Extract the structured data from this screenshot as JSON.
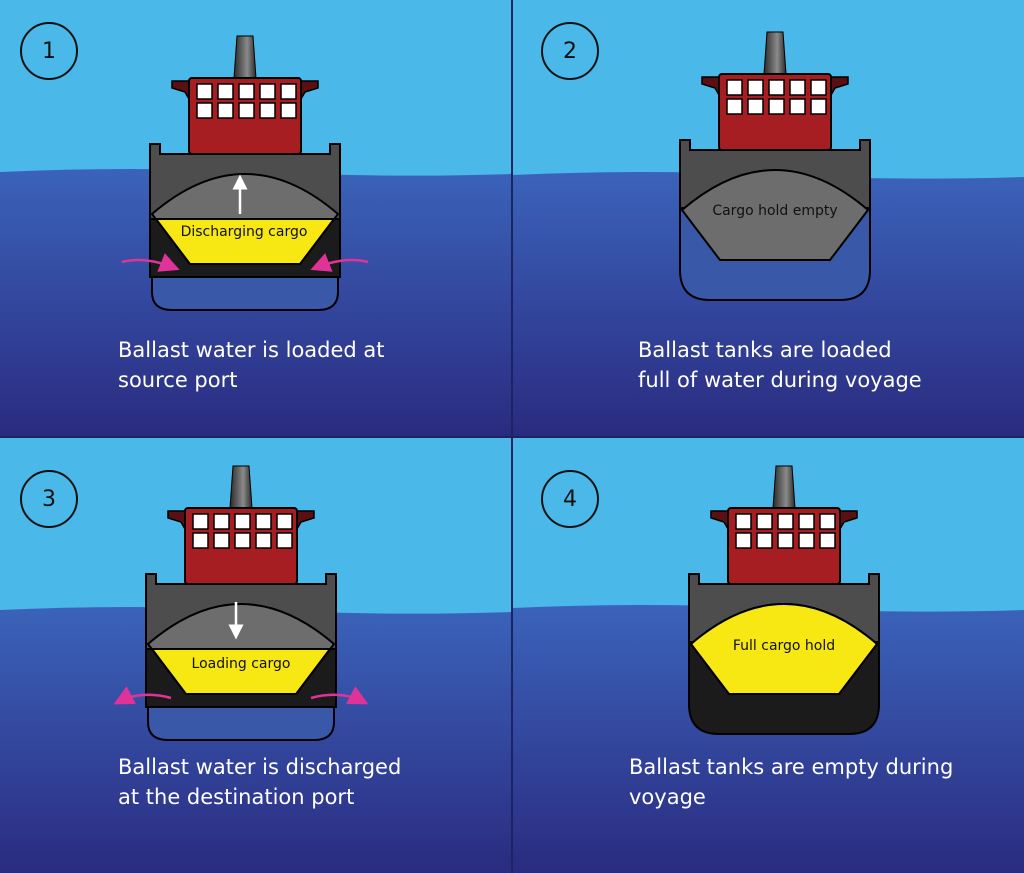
{
  "colors": {
    "sky": "#4ab8e8",
    "sea_top": "#3b62b8",
    "sea_bottom": "#2a2f86",
    "superstructure": "#a61e22",
    "hull": "#4d4d4d",
    "cargo_empty": "#6d6d6d",
    "cargo_full": "#f7e814",
    "ballast_water": "#3a58a8",
    "ballast_empty": "#1b1b1b",
    "flow_arrow": "#e0339a"
  },
  "panels": [
    {
      "number": "1",
      "hold_label": "Discharging cargo",
      "caption": "Ballast water is loaded at\nsource port",
      "cargo_fill_fraction": 0.45,
      "ballast_state": "filling",
      "cargo_arrow": "up",
      "flow_direction": "inward"
    },
    {
      "number": "2",
      "hold_label": "Cargo hold empty",
      "caption": "Ballast tanks are loaded\nfull of water during voyage",
      "cargo_fill_fraction": 0,
      "ballast_state": "full",
      "cargo_arrow": "none",
      "flow_direction": "none"
    },
    {
      "number": "3",
      "hold_label": "Loading cargo",
      "caption": "Ballast water is discharged\nat the destination port",
      "cargo_fill_fraction": 0.45,
      "ballast_state": "draining",
      "cargo_arrow": "down",
      "flow_direction": "outward"
    },
    {
      "number": "4",
      "hold_label": "Full cargo hold",
      "caption": "Ballast tanks are empty during\nvoyage",
      "cargo_fill_fraction": 1,
      "ballast_state": "empty",
      "cargo_arrow": "none",
      "flow_direction": "none"
    }
  ]
}
